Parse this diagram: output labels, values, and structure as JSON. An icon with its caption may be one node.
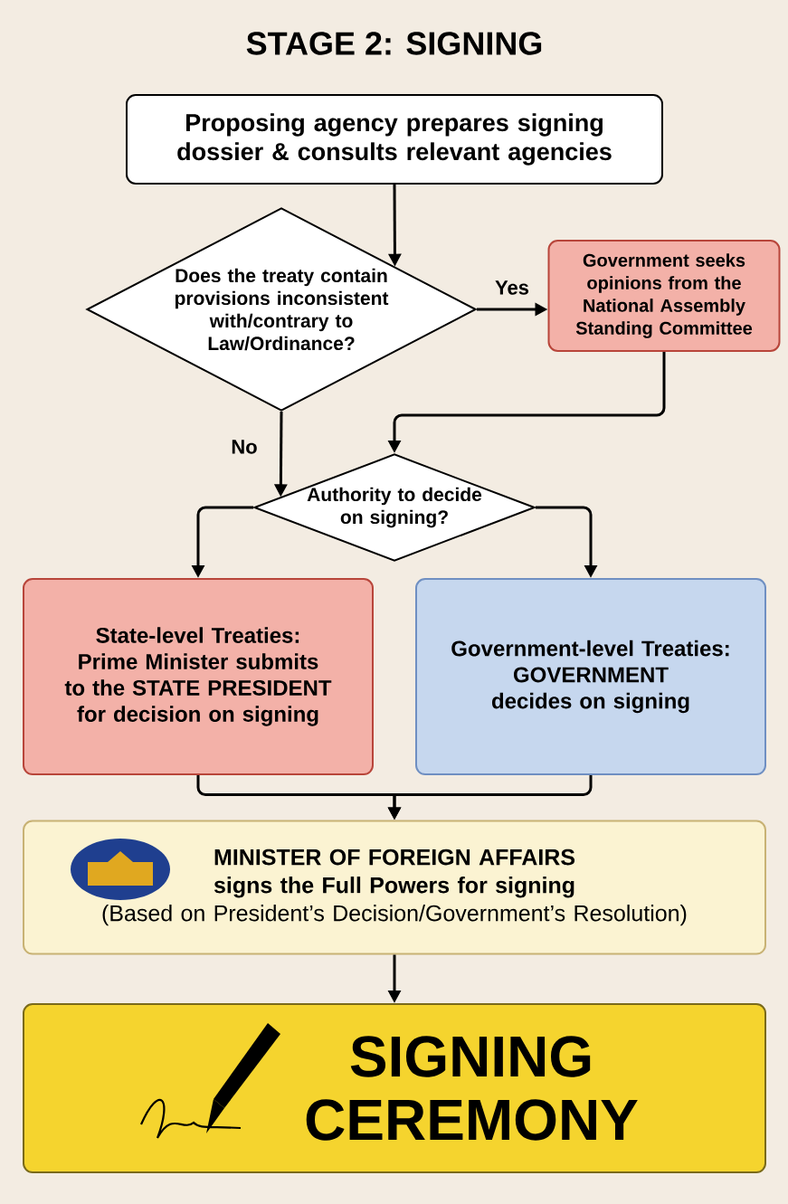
{
  "diagram": {
    "title": "STAGE 2: SIGNING",
    "nodes": [
      {
        "text": [
          "Proposing agency prepares signing dossier & consults relevant agencies"
        ]
      },
      {
        "text": [
          "Does the treaty contain provisions inconsistent with/contrary to Law/Ordinance?"
        ]
      },
      {
        "text": [
          "Government seeks opinions from the National Assembly Standing Committee"
        ]
      },
      {
        "text": [
          "Authority to decide on signing?"
        ]
      },
      {
        "text": [
          "State-level Treaties:",
          "Prime Minister submits to the STATE PRESIDENT for decision on signing"
        ]
      },
      {
        "text": [
          "Government-level Treaties:",
          "GOVERNMENT decides on signing"
        ]
      },
      {
        "text": [
          "MINISTER OF FOREIGN AFFAIRS",
          "signs the Full Powers for signing",
          "(Based on President’s Decision/Government’s Resolution)"
        ]
      },
      {
        "text": [
          "SIGNING CEREMONY"
        ]
      }
    ],
    "edges": [
      {
        "from": 0,
        "to": 1,
        "arrow": "to"
      },
      {
        "from": 1,
        "to": 2,
        "arrow": "to",
        "label": "Yes"
      },
      {
        "from": 2,
        "to": 3,
        "arrow": "to"
      },
      {
        "from": 1,
        "to": 3,
        "arrow": "to",
        "label": "No"
      },
      {
        "from": 3,
        "to": 4,
        "arrow": "to"
      },
      {
        "from": 3,
        "to": 5,
        "arrow": "to"
      },
      {
        "from": 4,
        "to": 6,
        "arrow": "to"
      },
      {
        "from": 5,
        "to": 6,
        "arrow": "to"
      },
      {
        "from": 6,
        "to": 7,
        "arrow": "to"
      }
    ]
  }
}
